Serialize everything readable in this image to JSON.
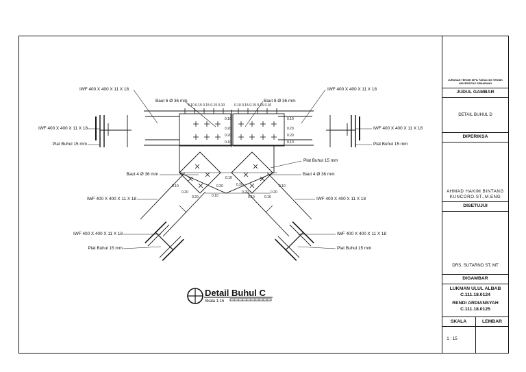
{
  "labels": {
    "iwf_top_left": "IWF 400 X 400 X 11 X 18",
    "iwf_top_right": "IWF 400 X 400 X 11 X 18",
    "iwf_mid_left": "IWF 400 X 400 X 11 X 18",
    "iwf_mid_right": "IWF 400 X 400 X 11 X 18",
    "plat_mid_left": "Plat Buhul 15 mm",
    "plat_mid_right": "Plat Buhul 15 mm",
    "baut6": "Baut 6 Ø 36 mm",
    "baut8": "Baut 8 Ø 36 mm",
    "plat_center": "Plat Buhul 15 mm",
    "baut4_left": "Baut 4 Ø 36 mm",
    "baut4_right": "Baut 4 Ø 36 mm",
    "iwf_diag_left": "IWF 400 X 400 X 11 X 18",
    "iwf_diag_right": "IWF 400 X 400 X 11 X 18",
    "iwf_bottom_left": "IWF 400 X 400 X 11 X 18",
    "iwf_bottom_right": "IWF 400 X 400 X 11 X 18",
    "plat_bottom_left": "Plat Buhul 15 mm",
    "plat_bottom_right": "Plat Buhul 15 mm"
  },
  "dimensions": {
    "top_left_row": "0.10 0.15 0.15 0.15 0.10",
    "top_right_row": "0.10 0.15 0.15 0.15 0.10",
    "v1": "0.10",
    "v2": "0.20",
    "v3": "0.20",
    "v4": "0.10",
    "v5": "0.10",
    "v6": "0.20",
    "v7": "0.20",
    "v8": "0.10",
    "d1": "0.10",
    "d2": "0.20",
    "d3": "0.20",
    "d4": "0.10",
    "d5": "0.10",
    "d6": "0.20",
    "d7": "0.20",
    "d8": "0.10",
    "d9": "0.10",
    "d10": "0.20",
    "d11": "0.10",
    "d12": "0.20"
  },
  "drawing_title": {
    "name": "Detail Buhul C",
    "scale": "Skala 1:15"
  },
  "title_block": {
    "institution": "JURUSAN TEKNIK SIPIL FAKULTAS TEKNIK UNIVERSITAS SEMARANG",
    "judul_gambar_head": "JUDUL GAMBAR",
    "judul_gambar_value": "DETAIL BUHUL D",
    "diperiksa_head": "DIPERIKSA",
    "diperiksa_name": "AHMAD HAKIM BINTANG KUNCORO.ST.,M.ENG",
    "disetujui_head": "DISETUJUI",
    "disetujui_name": "DRS. SUTARNO ST, MT",
    "digambar_head": "DIGAMBAR",
    "digambar_1_name": "LUKMAN ULUL ALBAB",
    "digambar_1_id": "C.111.18.0124",
    "digambar_2_name": "RENDI ARDIANSYAH",
    "digambar_2_id": "C.111.18.0125",
    "skala_head": "SKALA",
    "lembar_head": "LEMBAR",
    "skala_value": "1 : 15"
  }
}
